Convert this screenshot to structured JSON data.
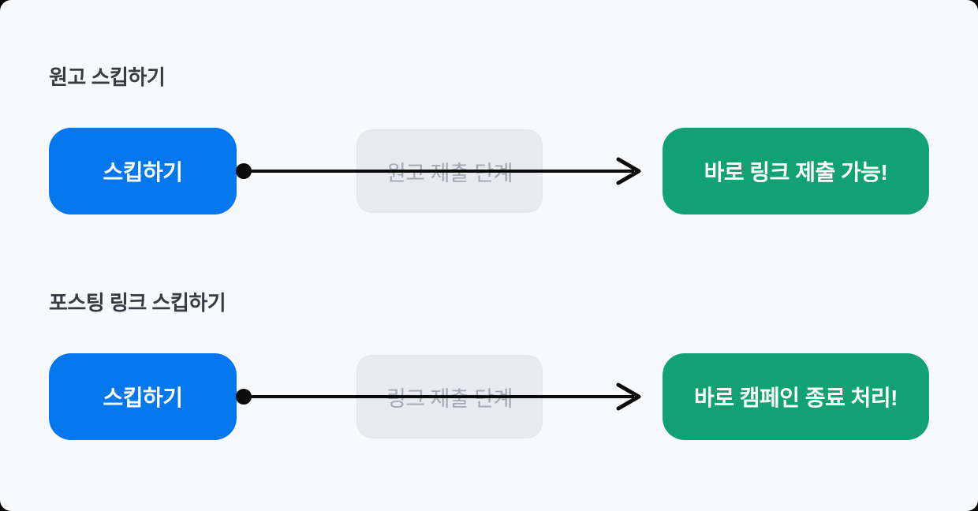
{
  "colors": {
    "canvas-bg": "#F8F9FA",
    "backdrop": "#000000",
    "blue": "#0378EE",
    "green": "#11A274",
    "gray-box-bg": "#E8EAED",
    "gray-box-border": "#E2E5E9",
    "gray-box-text": "#A3A8B0",
    "heading-text": "#363B42",
    "button-text": "#FFFFFF",
    "arrow": "#0B0B0C"
  },
  "rows": [
    {
      "heading": "원고 스킵하기",
      "skip_button_label": "스킵하기",
      "skipped_step_label": "원고 제출 단계",
      "result_label": "바로 링크 제출 가능!"
    },
    {
      "heading": "포스팅 링크 스킵하기",
      "skip_button_label": "스킵하기",
      "skipped_step_label": "링크 제출 단계",
      "result_label": "바로 캠페인 종료 처리!"
    }
  ]
}
